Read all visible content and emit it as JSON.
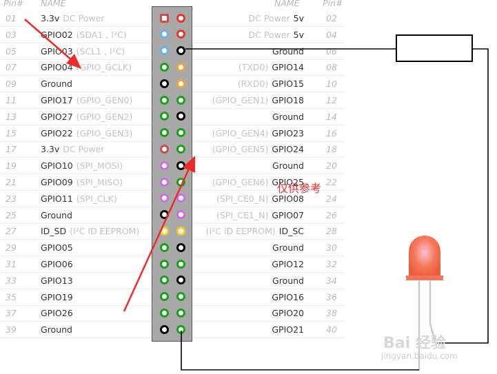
{
  "header": {
    "left_pin_label": "Pin#",
    "left_name_label": "NAME",
    "right_name_label": "NAME",
    "right_pin_label": "Pin#"
  },
  "colors": {
    "power33": "#cf4a4a",
    "power5": "#e8352a",
    "i2c": "#6ab1ea",
    "ground": "#000000",
    "gpio": "#17a117",
    "uart": "#f4a23a",
    "spi": "#cc6fe0",
    "eeprom": "#f3d12d",
    "arrow": "#ee2a2a",
    "led": "#f06a55"
  },
  "rows": [
    {
      "l_pin": "01",
      "l_name": "3.3v",
      "l_alt": "DC Power",
      "l_color": "power33",
      "r_pin": "02",
      "r_name": "5v",
      "r_alt": "DC Power",
      "r_color": "power5",
      "r_alt_first": true
    },
    {
      "l_pin": "03",
      "l_name": "GPIO02",
      "l_alt": "(SDA1 , I²C)",
      "l_color": "i2c",
      "r_pin": "04",
      "r_name": "5v",
      "r_alt": "DC Power",
      "r_color": "power5",
      "r_alt_first": true
    },
    {
      "l_pin": "05",
      "l_name": "GPIO03",
      "l_alt": "(SCL1 , I²C)",
      "l_color": "i2c",
      "r_pin": "06",
      "r_name": "Ground",
      "r_alt": "",
      "r_color": "ground"
    },
    {
      "l_pin": "07",
      "l_name": "GPIO04",
      "l_alt": "(GPIO_GCLK)",
      "l_color": "gpio",
      "r_pin": "08",
      "r_name": "GPIO14",
      "r_alt": "(TXD0)",
      "r_color": "uart"
    },
    {
      "l_pin": "09",
      "l_name": "Ground",
      "l_alt": "",
      "l_color": "ground",
      "r_pin": "10",
      "r_name": "GPIO15",
      "r_alt": "(RXD0)",
      "r_color": "uart"
    },
    {
      "l_pin": "11",
      "l_name": "GPIO17",
      "l_alt": "(GPIO_GEN0)",
      "l_color": "gpio",
      "r_pin": "12",
      "r_name": "GPIO18",
      "r_alt": "(GPIO_GEN1)",
      "r_color": "gpio"
    },
    {
      "l_pin": "13",
      "l_name": "GPIO27",
      "l_alt": "(GPIO_GEN2)",
      "l_color": "gpio",
      "r_pin": "14",
      "r_name": "Ground",
      "r_alt": "",
      "r_color": "ground"
    },
    {
      "l_pin": "15",
      "l_name": "GPIO22",
      "l_alt": "(GPIO_GEN3)",
      "l_color": "gpio",
      "r_pin": "16",
      "r_name": "GPIO23",
      "r_alt": "(GPIO_GEN4)",
      "r_color": "gpio"
    },
    {
      "l_pin": "17",
      "l_name": "3.3v",
      "l_alt": "DC Power",
      "l_color": "power33",
      "r_pin": "18",
      "r_name": "GPIO24",
      "r_alt": "(GPIO_GEN5)",
      "r_color": "gpio"
    },
    {
      "l_pin": "19",
      "l_name": "GPIO10",
      "l_alt": "(SPI_MOSI)",
      "l_color": "spi",
      "r_pin": "20",
      "r_name": "Ground",
      "r_alt": "",
      "r_color": "ground"
    },
    {
      "l_pin": "21",
      "l_name": "GPIO09",
      "l_alt": "(SPI_MISO)",
      "l_color": "spi",
      "r_pin": "22",
      "r_name": "GPIO25",
      "r_alt": "(GPIO_GEN6)",
      "r_color": "gpio"
    },
    {
      "l_pin": "23",
      "l_name": "GPIO11",
      "l_alt": "(SPI_CLK)",
      "l_color": "spi",
      "r_pin": "24",
      "r_name": "GPIO08",
      "r_alt": "(SPI_CE0_N)",
      "r_color": "spi"
    },
    {
      "l_pin": "25",
      "l_name": "Ground",
      "l_alt": "",
      "l_color": "ground",
      "r_pin": "26",
      "r_name": "GPIO07",
      "r_alt": "(SPI_CE1_N)",
      "r_color": "spi"
    },
    {
      "l_pin": "27",
      "l_name": "ID_SD",
      "l_alt": "(I²C ID EEPROM)",
      "l_color": "eeprom",
      "r_pin": "28",
      "r_name": "ID_SC",
      "r_alt": "(I²C ID EEPROM)",
      "r_color": "eeprom"
    },
    {
      "l_pin": "29",
      "l_name": "GPIO05",
      "l_alt": "",
      "l_color": "gpio",
      "r_pin": "30",
      "r_name": "Ground",
      "r_alt": "",
      "r_color": "ground"
    },
    {
      "l_pin": "31",
      "l_name": "GPIO06",
      "l_alt": "",
      "l_color": "gpio",
      "r_pin": "32",
      "r_name": "GPIO12",
      "r_alt": "",
      "r_color": "gpio"
    },
    {
      "l_pin": "33",
      "l_name": "GPIO13",
      "l_alt": "",
      "l_color": "gpio",
      "r_pin": "34",
      "r_name": "Ground",
      "r_alt": "",
      "r_color": "ground"
    },
    {
      "l_pin": "35",
      "l_name": "GPIO19",
      "l_alt": "",
      "l_color": "gpio",
      "r_pin": "36",
      "r_name": "GPIO16",
      "r_alt": "",
      "r_color": "gpio"
    },
    {
      "l_pin": "37",
      "l_name": "GPIO26",
      "l_alt": "",
      "l_color": "gpio",
      "r_pin": "38",
      "r_name": "GPIO20",
      "r_alt": "",
      "r_color": "gpio"
    },
    {
      "l_pin": "39",
      "l_name": "Ground",
      "l_alt": "",
      "l_color": "ground",
      "r_pin": "40",
      "r_name": "GPIO21",
      "r_alt": "",
      "r_color": "gpio"
    }
  ],
  "note": "仅供参考",
  "watermark": {
    "brand": "Bai 经验",
    "url": "jingyan.baidu.com"
  },
  "icons": {
    "resistor": "resistor-icon",
    "led": "led-icon",
    "arrow": "red-arrow-icon"
  }
}
